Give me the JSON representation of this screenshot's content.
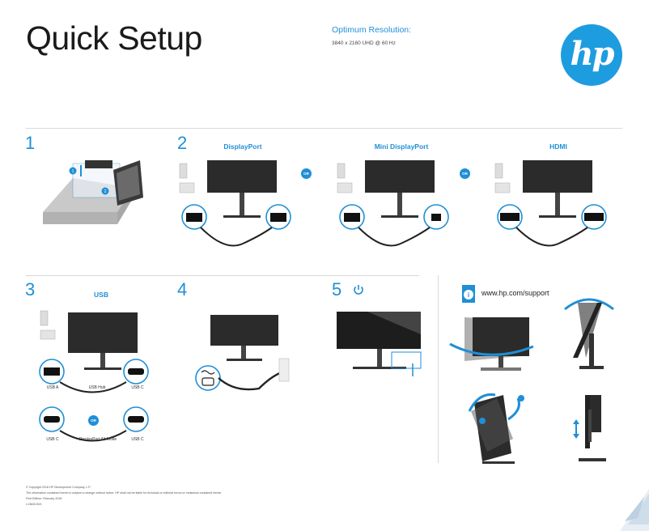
{
  "header": {
    "title": "Quick Setup",
    "resolution_label": "Optimum Resolution:",
    "resolution_value": "3840 x 2160 UHD @ 60 Hz",
    "logo_text": "hp"
  },
  "steps": {
    "s1": "1",
    "s2": "2",
    "s3": "3",
    "s4": "4",
    "s5": "5"
  },
  "step2": {
    "heading_dp": "DisplayPort",
    "heading_minidp": "Mini DisplayPort",
    "heading_hdmi": "HDMI",
    "or1": "OR",
    "or2": "OR"
  },
  "step3": {
    "heading": "USB",
    "usb_a": "USB A",
    "usb_hub": "USB Hub",
    "usb_c_right": "USB C",
    "badge": "OR",
    "usb_c_left": "USB C",
    "dp_alt": "DisplayPort Alt Mode",
    "usb_c_right2": "USB C"
  },
  "support": {
    "url": "www.hp.com/support"
  },
  "footer": {
    "line1": "© Copyright 2018 HP Development Company, L.P.",
    "line2": "The information contained herein is subject to change without notice. HP shall not be liable for technical or editorial errors or omissions contained herein.",
    "line3": "First Edition: February 2018",
    "line4": "L13840-B21"
  },
  "colors": {
    "accent": "#1f8fd6",
    "hp_blue": "#1e9ce0"
  }
}
